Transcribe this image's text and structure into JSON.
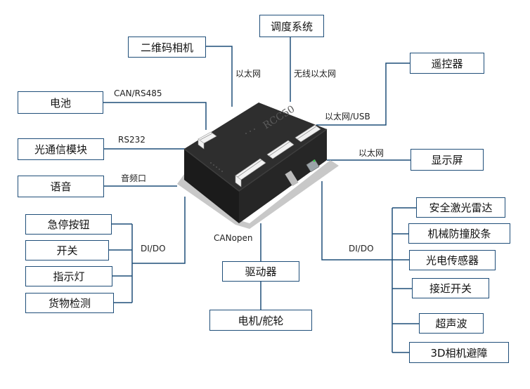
{
  "boxes": {
    "qr_camera": "二维码相机",
    "dispatch": "调度系统",
    "remote": "遥控器",
    "battery": "电池",
    "optical": "光通信模块",
    "voice": "语音",
    "display": "显示屏",
    "estop": "急停按钮",
    "switch": "开关",
    "indicator": "指示灯",
    "cargo": "货物检测",
    "driver": "驱动器",
    "motor": "电机/舵轮",
    "lidar": "安全激光雷达",
    "bumper": "机械防撞胶条",
    "photo": "光电传感器",
    "proximity": "接近开关",
    "ultrasonic": "超声波",
    "camera3d": "3D相机避障"
  },
  "labels": {
    "eth1": "以太网",
    "wireless": "无线以太网",
    "eth_usb": "以太网/USB",
    "can485": "CAN/RS485",
    "rs232": "RS232",
    "eth2": "以太网",
    "audio": "音频口",
    "dido_left": "DI/DO",
    "canopen": "CANopen",
    "dido_right": "DI/DO"
  },
  "device": {
    "model": "RCC50"
  },
  "colors": {
    "wire": "#1f4e79",
    "box_border": "#1f4e79",
    "device_body": "#2a2a2a"
  }
}
